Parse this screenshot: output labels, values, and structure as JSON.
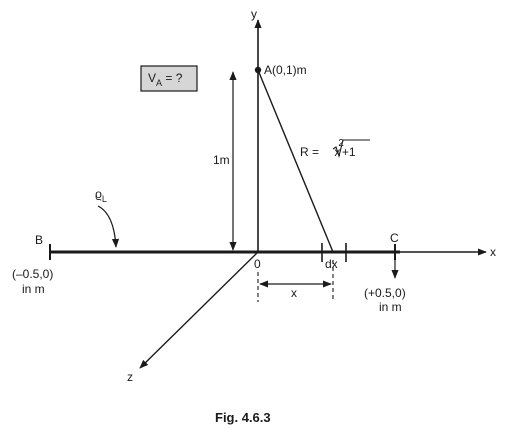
{
  "diagram": {
    "query_box": {
      "main": "V",
      "sub": "A",
      "rest": " = ?"
    },
    "axes": {
      "x": "x",
      "y": "y",
      "z": "z"
    },
    "point_a": "A(0,1)m",
    "origin": "0",
    "height_label": "1m",
    "distance": {
      "prefix": "R = ",
      "radicand": "x",
      "exponent": "2",
      "tail": "+1"
    },
    "charge_symbol": {
      "base": "ϱ",
      "sub": "L"
    },
    "point_b": {
      "name": "B",
      "coord": "(–0.5,0)",
      "unit": "in m"
    },
    "point_c": {
      "name": "C",
      "coord": "(+0.5,0)",
      "unit": "in m"
    },
    "element_label": "dx",
    "offset_label": "x",
    "caption": "Fig. 4.6.3"
  }
}
